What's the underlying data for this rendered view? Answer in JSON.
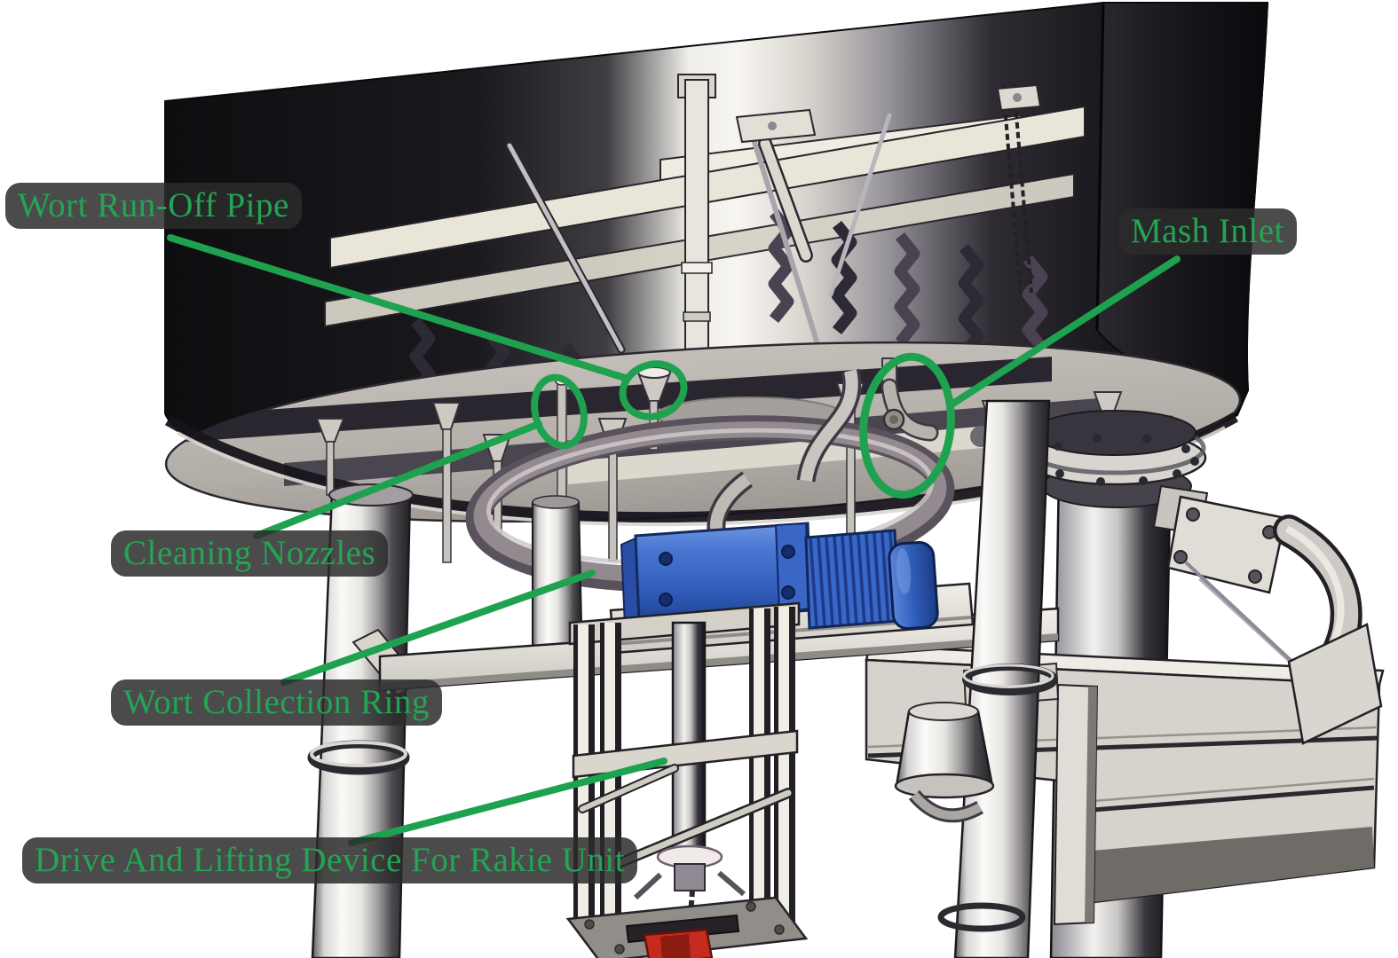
{
  "annotations": {
    "accent_color": "#1ea24f",
    "text_color": "#24a455",
    "label_background": "rgba(43,43,43,0.85)",
    "labels": [
      {
        "id": "wort-run-off-pipe",
        "text": "Wort Run-Off Pipe"
      },
      {
        "id": "mash-inlet",
        "text": "Mash Inlet"
      },
      {
        "id": "cleaning-nozzles",
        "text": "Cleaning Nozzles"
      },
      {
        "id": "wort-collection-ring",
        "text": "Wort Collection Ring"
      },
      {
        "id": "drive-lifting-device",
        "text": "Drive And Lifting Device For Rakie Unit"
      }
    ]
  }
}
